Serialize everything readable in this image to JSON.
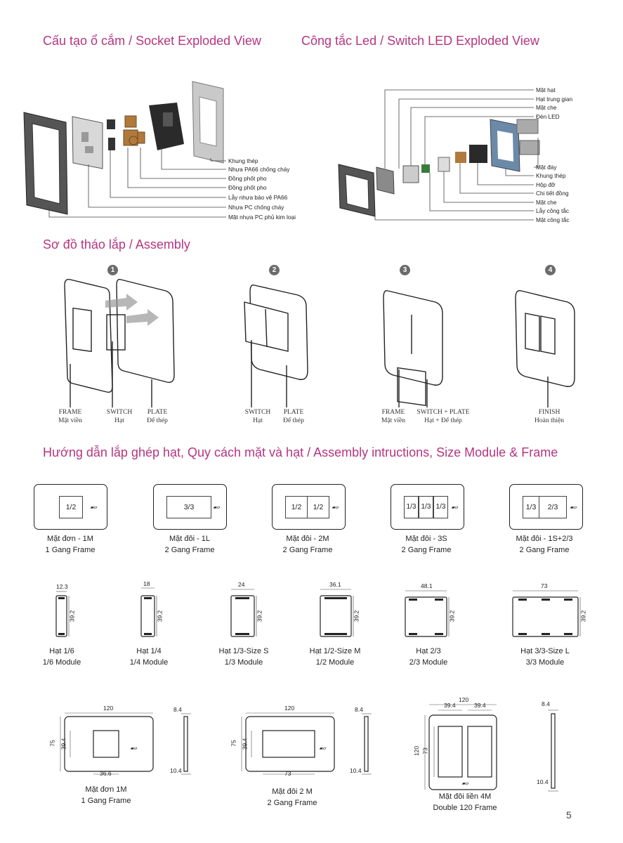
{
  "headings": {
    "socket": "Cấu tạo ổ cắm / Socket Exploded View",
    "switch": "Công tắc Led / Switch LED Exploded View",
    "assembly": "Sơ đồ tháo lắp / Assembly",
    "instructions": "Hướng dẫn lắp ghép hạt, Quy cách mặt và hạt / Assembly intructions, Size Module & Frame"
  },
  "socket_labels": [
    "Khung thép",
    "Nhựa PA66 chống cháy",
    "Đồng phốt pho",
    "Đồng phốt pho",
    "Lẫy nhựa bảo vệ PA66",
    "Nhựa PC chống cháy",
    "Mặt nhựa PC phủ kim loại"
  ],
  "switch_labels": [
    "Mặt hạt",
    "Hạt trung gian",
    "Mặt che",
    "Đèn LED",
    "Mặt đáy",
    "Khung thép",
    "Hộp đỡ",
    "Chi tiết đồng",
    "Mặt che",
    "Lẫy công tắc",
    "Mặt công tắc"
  ],
  "steps": [
    {
      "num": "1",
      "labels": [
        {
          "en": "FRAME",
          "vi": "Mặt viền"
        },
        {
          "en": "SWITCH",
          "vi": "Hạt"
        },
        {
          "en": "PLATE",
          "vi": "Đế thép"
        }
      ]
    },
    {
      "num": "2",
      "labels": [
        {
          "en": "SWITCH",
          "vi": "Hạt"
        },
        {
          "en": "PLATE",
          "vi": "Đế thép"
        }
      ]
    },
    {
      "num": "3",
      "labels": [
        {
          "en": "FRAME",
          "vi": "Mặt viền"
        },
        {
          "en": "SWITCH + PLATE",
          "vi": "Hạt + Đế thép"
        }
      ]
    },
    {
      "num": "4",
      "labels": [
        {
          "en": "FINISH",
          "vi": "Hoàn thiện"
        }
      ]
    }
  ],
  "frames": [
    {
      "cells": [
        "1/2"
      ],
      "line1": "Mặt đơn - 1M",
      "line2": "1 Gang Frame"
    },
    {
      "cells": [
        "3/3"
      ],
      "line1": "Mặt đôi - 1L",
      "line2": "2 Gang Frame"
    },
    {
      "cells": [
        "1/2",
        "1/2"
      ],
      "line1": "Mặt đôi - 2M",
      "line2": "2 Gang Frame"
    },
    {
      "cells": [
        "1/3",
        "1/3",
        "1/3"
      ],
      "line1": "Mặt đôi - 3S",
      "line2": "2 Gang Frame"
    },
    {
      "cells": [
        "1/3",
        "2/3"
      ],
      "line1": "Mặt đôi - 1S+2/3",
      "line2": "2 Gang Frame"
    }
  ],
  "modules": [
    {
      "width": "12.3",
      "height": "39.2",
      "line1": "Hạt 1/6",
      "line2": "1/6 Module"
    },
    {
      "width": "18",
      "height": "39.2",
      "line1": "Hạt 1/4",
      "line2": "1/4 Module"
    },
    {
      "width": "24",
      "height": "39.2",
      "line1": "Hạt 1/3-Size S",
      "line2": "1/3 Module"
    },
    {
      "width": "36.1",
      "height": "39.2",
      "line1": "Hạt 1/2-Size M",
      "line2": "1/2 Module"
    },
    {
      "width": "48.1",
      "height": "39.2",
      "line1": "Hạt 2/3",
      "line2": "2/3 Module"
    },
    {
      "width": "73",
      "height": "39.2",
      "line1": "Hạt 3/3-Size L",
      "line2": "3/3 Module"
    }
  ],
  "drawings": [
    {
      "width": "120",
      "height": "75",
      "inner_h": "39.4",
      "inner_w": "36.6",
      "depth_top": "8.4",
      "depth_bottom": "10.4",
      "line1": "Mặt đơn 1M",
      "line2": "1 Gang Frame"
    },
    {
      "width": "120",
      "height": "75",
      "inner_h": "39.4",
      "inner_w": "73",
      "depth_top": "8.4",
      "depth_bottom": "10.4",
      "line1": "Mặt đôi 2 M",
      "line2": "2 Gang Frame"
    },
    {
      "width": "120",
      "half1": "39.4",
      "half2": "39.4",
      "height": "120",
      "inner_h": "73",
      "depth_top": "8.4",
      "depth_bottom": "10.4",
      "line1": "Mặt đôi liền 4M",
      "line2": "Double 120 Frame"
    }
  ],
  "page_number": "5"
}
